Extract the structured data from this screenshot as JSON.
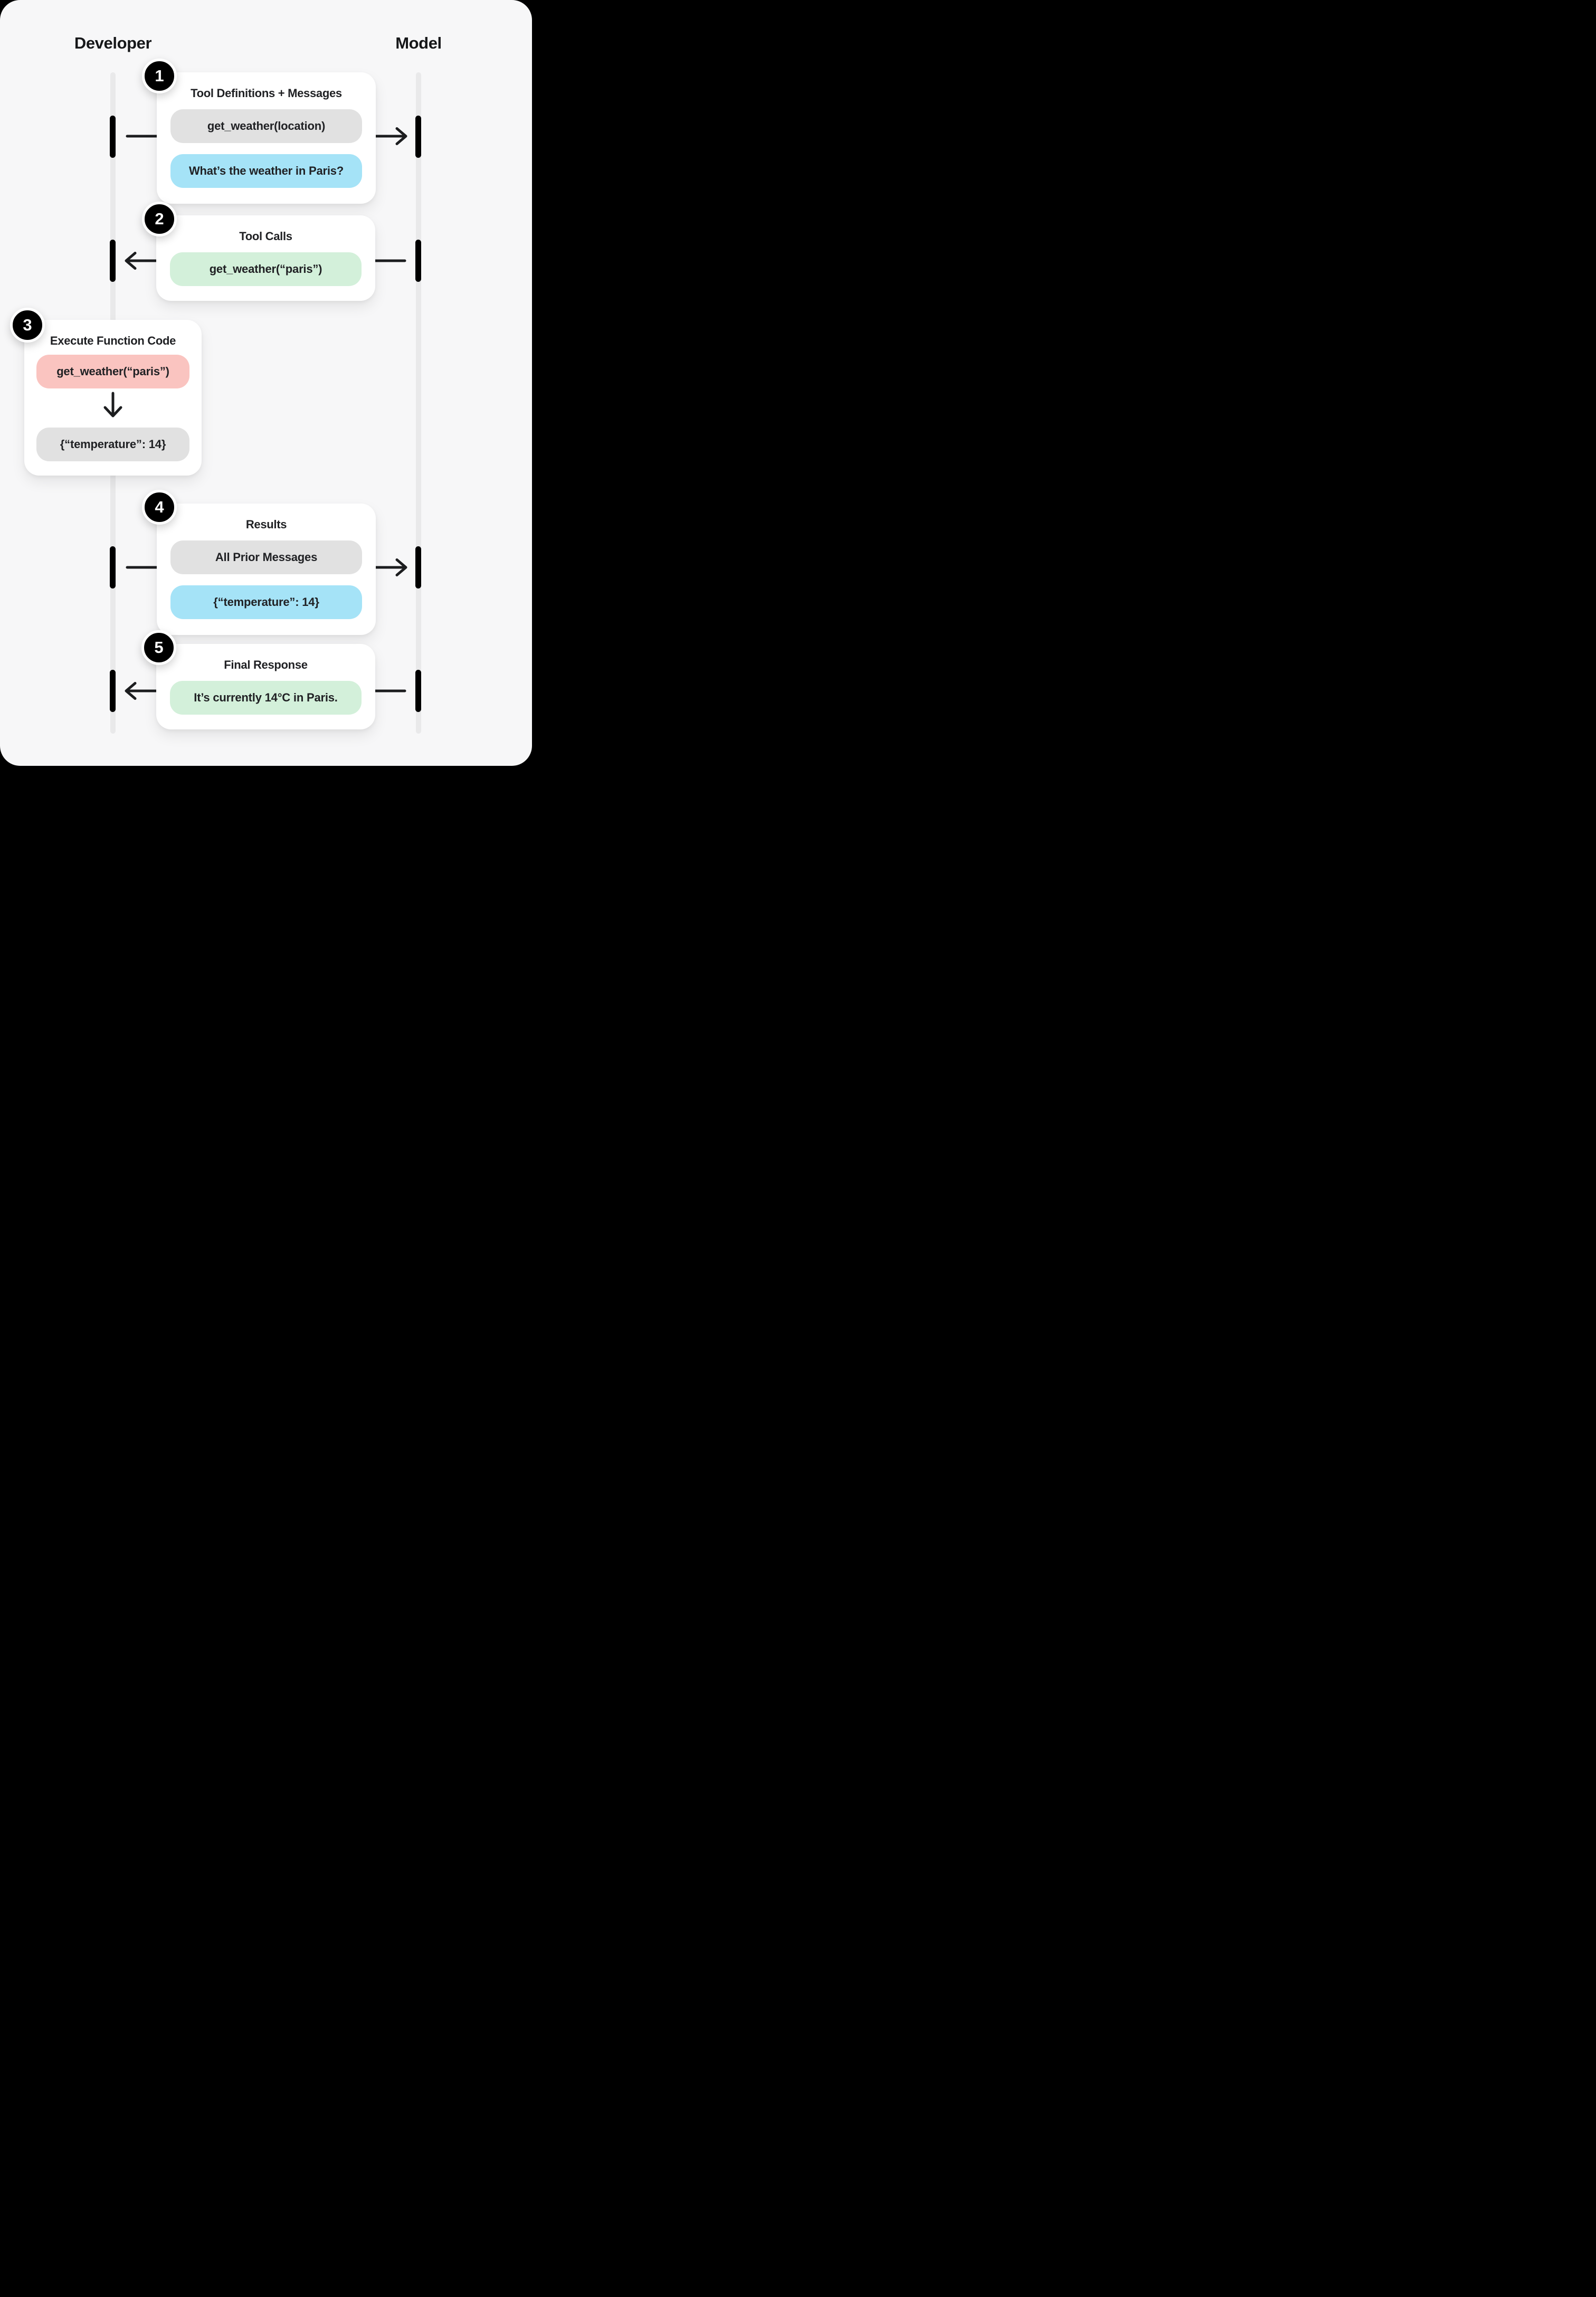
{
  "header": {
    "left_actor": "Developer",
    "right_actor": "Model"
  },
  "steps": [
    {
      "number": "1",
      "title": "Tool Definitions + Messages",
      "direction": "developer-to-model",
      "pills": [
        {
          "text": "get_weather(location)",
          "color": "gray"
        },
        {
          "text": "What’s the weather in Paris?",
          "color": "blue"
        }
      ]
    },
    {
      "number": "2",
      "title": "Tool Calls",
      "direction": "model-to-developer",
      "pills": [
        {
          "text": "get_weather(“paris”)",
          "color": "green"
        }
      ]
    },
    {
      "number": "3",
      "title": "Execute Function Code",
      "direction": "local-on-developer",
      "pills": [
        {
          "text": "get_weather(“paris”)",
          "color": "pink"
        },
        {
          "text": "{“temperature”: 14}",
          "color": "gray"
        }
      ]
    },
    {
      "number": "4",
      "title": "Results",
      "direction": "developer-to-model",
      "pills": [
        {
          "text": "All Prior Messages",
          "color": "gray"
        },
        {
          "text": "{“temperature”: 14}",
          "color": "blue"
        }
      ]
    },
    {
      "number": "5",
      "title": "Final Response",
      "direction": "model-to-developer",
      "pills": [
        {
          "text": "It’s currently 14°C in Paris.",
          "color": "green"
        }
      ]
    }
  ],
  "colors": {
    "background": "#000000",
    "panel": "#f7f7f8",
    "card": "#ffffff",
    "lifeline": "#e9e9ea",
    "activation_bar": "#000000",
    "arrow": "#1c1d1f",
    "text": "#202124",
    "pill_gray": "#e1e1e1",
    "pill_blue": "#a5e3f7",
    "pill_green": "#d3f0da",
    "pill_pink": "#fac4c0"
  }
}
